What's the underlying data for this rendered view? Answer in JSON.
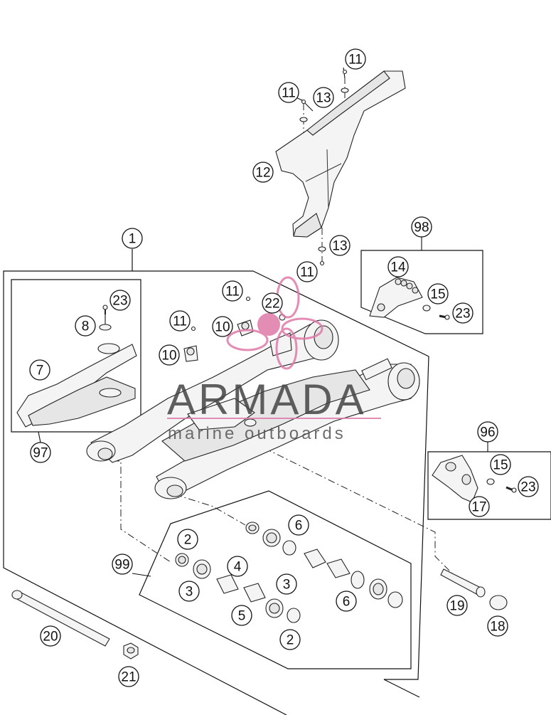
{
  "watermark": {
    "title": "ARMADA",
    "subtitle": "marine outboards",
    "logo_color": "#e07aa8",
    "text_color": "#4a4a4a"
  },
  "callouts": {
    "c1": "1",
    "c2a": "2",
    "c2b": "2",
    "c3a": "3",
    "c3b": "3",
    "c4": "4",
    "c5": "5",
    "c6a": "6",
    "c6b": "6",
    "c7": "7",
    "c8": "8",
    "c10a": "10",
    "c10b": "10",
    "c11a": "11",
    "c11b": "11",
    "c11c": "11",
    "c11d": "11",
    "c11e": "11",
    "c12": "12",
    "c13a": "13",
    "c13b": "13",
    "c14": "14",
    "c15a": "15",
    "c15b": "15",
    "c17": "17",
    "c18": "18",
    "c19": "19",
    "c20": "20",
    "c21": "21",
    "c22": "22",
    "c23a": "23",
    "c23b": "23",
    "c23c": "23",
    "c96": "96",
    "c97": "97",
    "c98": "98",
    "c99": "99"
  }
}
